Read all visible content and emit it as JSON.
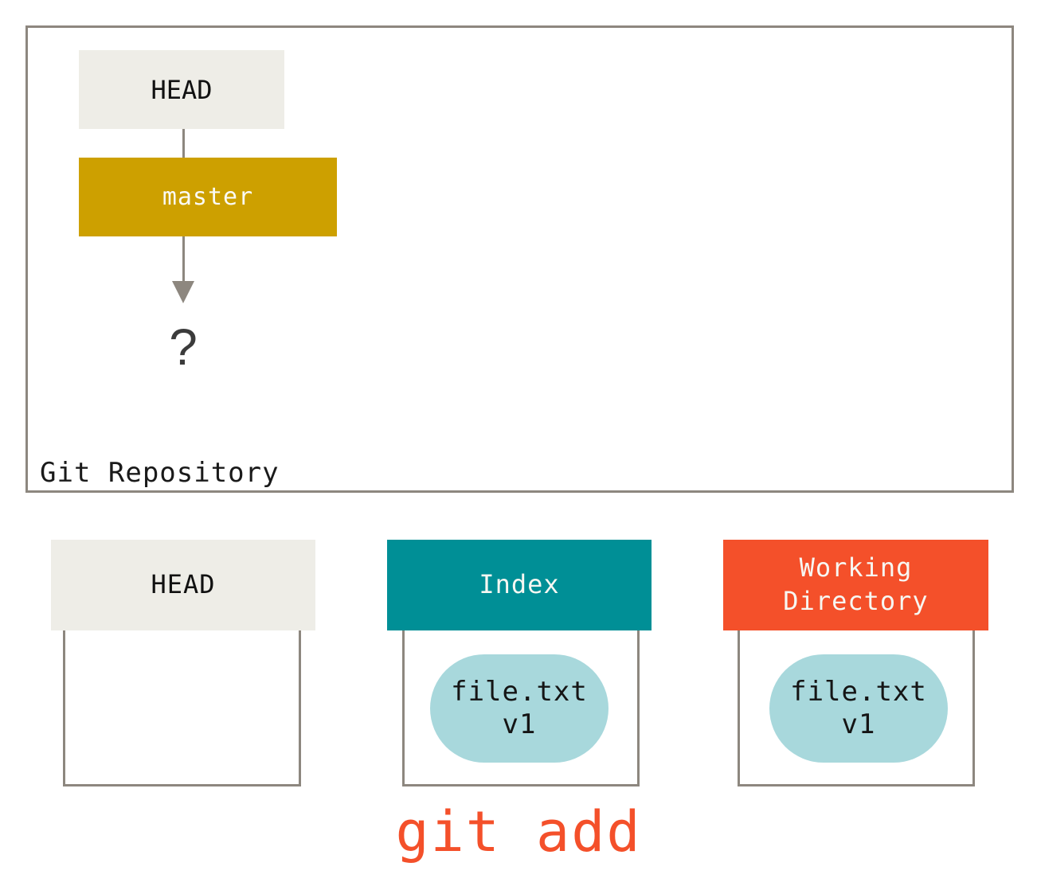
{
  "repository": {
    "label": "Git Repository",
    "head_label": "HEAD",
    "branch_label": "master",
    "unknown_commit": "?"
  },
  "trees": [
    {
      "name": "HEAD",
      "file": null
    },
    {
      "name": "Index",
      "file": {
        "name": "file.txt",
        "version": "v1"
      }
    },
    {
      "name": "Working\nDirectory",
      "file": {
        "name": "file.txt",
        "version": "v1"
      }
    }
  ],
  "command": "git add",
  "colors": {
    "frame": "#8d877f",
    "head_bg": "#eeede7",
    "branch_bg": "#cda000",
    "index_bg": "#008f96",
    "working_dir_bg": "#f4502a",
    "file_bg": "#a8d8dc",
    "command": "#f4502a"
  }
}
